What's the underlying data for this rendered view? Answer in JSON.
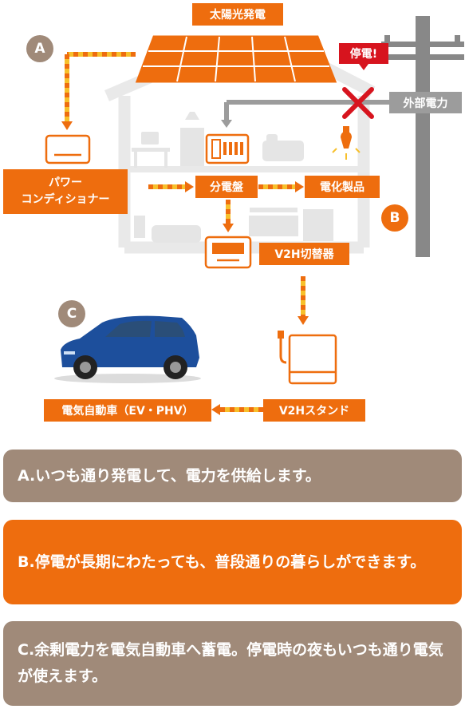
{
  "labels": {
    "solar": "太陽光発電",
    "outage": "停電!",
    "external_power": "外部電力",
    "power_conditioner_line1": "パワー",
    "power_conditioner_line2": "コンディショナー",
    "distribution_board": "分電盤",
    "appliances": "電化製品",
    "v2h_switch": "V2H切替器",
    "v2h_stand": "V2Hスタンド",
    "ev": "電気自動車（EV・PHV）"
  },
  "markers": {
    "a": "A",
    "b": "B",
    "c": "C"
  },
  "cards": [
    {
      "text": "A.いつも通り発電して、電力を供給します。",
      "color": "#a08a79"
    },
    {
      "text": "B.停電が長期にわたっても、普段通りの暮らしができます。",
      "color": "#ee6d0e"
    },
    {
      "text": "C.余剰電力を電気自動車へ蓄電。停電時の夜もいつも通り電気が使えます。",
      "color": "#a08a79"
    }
  ],
  "colors": {
    "orange": "#ee6d0e",
    "taupe": "#a08a79",
    "gray": "#9c9c9c",
    "red": "#d7141e",
    "yellow": "#f7c02b",
    "car_blue": "#1d4f9c"
  }
}
